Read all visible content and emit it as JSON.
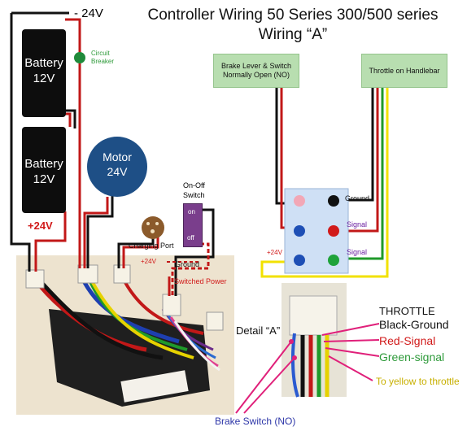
{
  "title": {
    "line1": "Controller Wiring 50 Series 300/500 series",
    "line2": "Wiring “A”"
  },
  "left": {
    "minus24v": "- 24V",
    "battery_top": {
      "line1": "Battery",
      "line2": "12V"
    },
    "battery_bottom": {
      "line1": "Battery",
      "line2": "12V"
    },
    "plus24v": "+24V",
    "circuit_breaker": {
      "line1": "Circuit",
      "line2": "Breaker"
    },
    "motor": {
      "line1": "Motor",
      "line2": "24V"
    },
    "charging_port": "Charging Port",
    "on_off_switch": {
      "line1": "On-Off",
      "line2": "Switch"
    },
    "switch_on": "on",
    "switch_off": "off",
    "plus24v_small": "+24V",
    "ground": "Ground",
    "switched_power": "Switched Power"
  },
  "right": {
    "brake_box": {
      "line1": "Brake Lever & Switch",
      "line2": "Normally Open (NO)"
    },
    "throttle_box": "Throttle on Handlebar",
    "label_ground": "Ground",
    "label_signal_1": "Signal",
    "label_signal_2": "Signal",
    "label_plus24v": "+24V"
  },
  "detail": {
    "label": "Detail “A”",
    "throttle": "THROTTLE",
    "black_ground": "Black-Ground",
    "red_signal": "Red-Signal",
    "green_signal": "Green-signal",
    "to_yellow": "To yellow to throttle",
    "brake_switch": "Brake Switch (NO)"
  },
  "colors": {
    "green_text": "#2e9a3a",
    "red_text": "#d11a1a",
    "purple_text": "#6a1fa0",
    "yellow_wire": "#f2e100",
    "magenta_pointer": "#e0207a",
    "motor_blue": "#1e4f86",
    "connector_blue": "#cfe0f5"
  }
}
